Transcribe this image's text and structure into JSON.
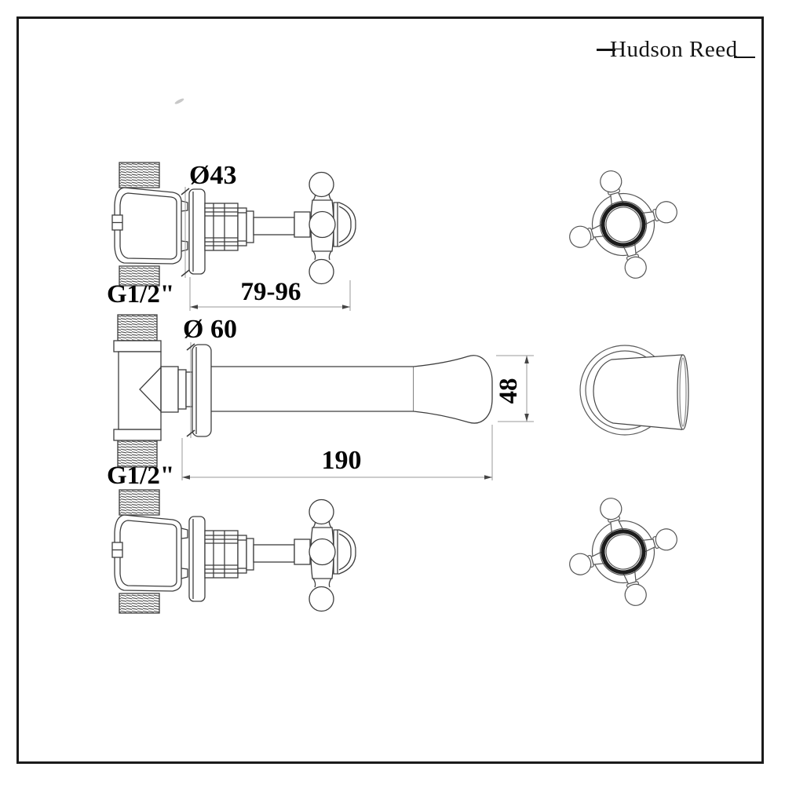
{
  "brand": {
    "logo_text": "Hudson Reed"
  },
  "diagram": {
    "top_valve": {
      "flange_diameter_label": "Ø43",
      "valve_depth_label": "79-96",
      "thread_label": "G1/2\""
    },
    "spout": {
      "flange_diameter_label": "Ø 60",
      "spout_reach_label": "190",
      "spout_end_height_label": "48",
      "thread_label": "G1/2\""
    }
  }
}
